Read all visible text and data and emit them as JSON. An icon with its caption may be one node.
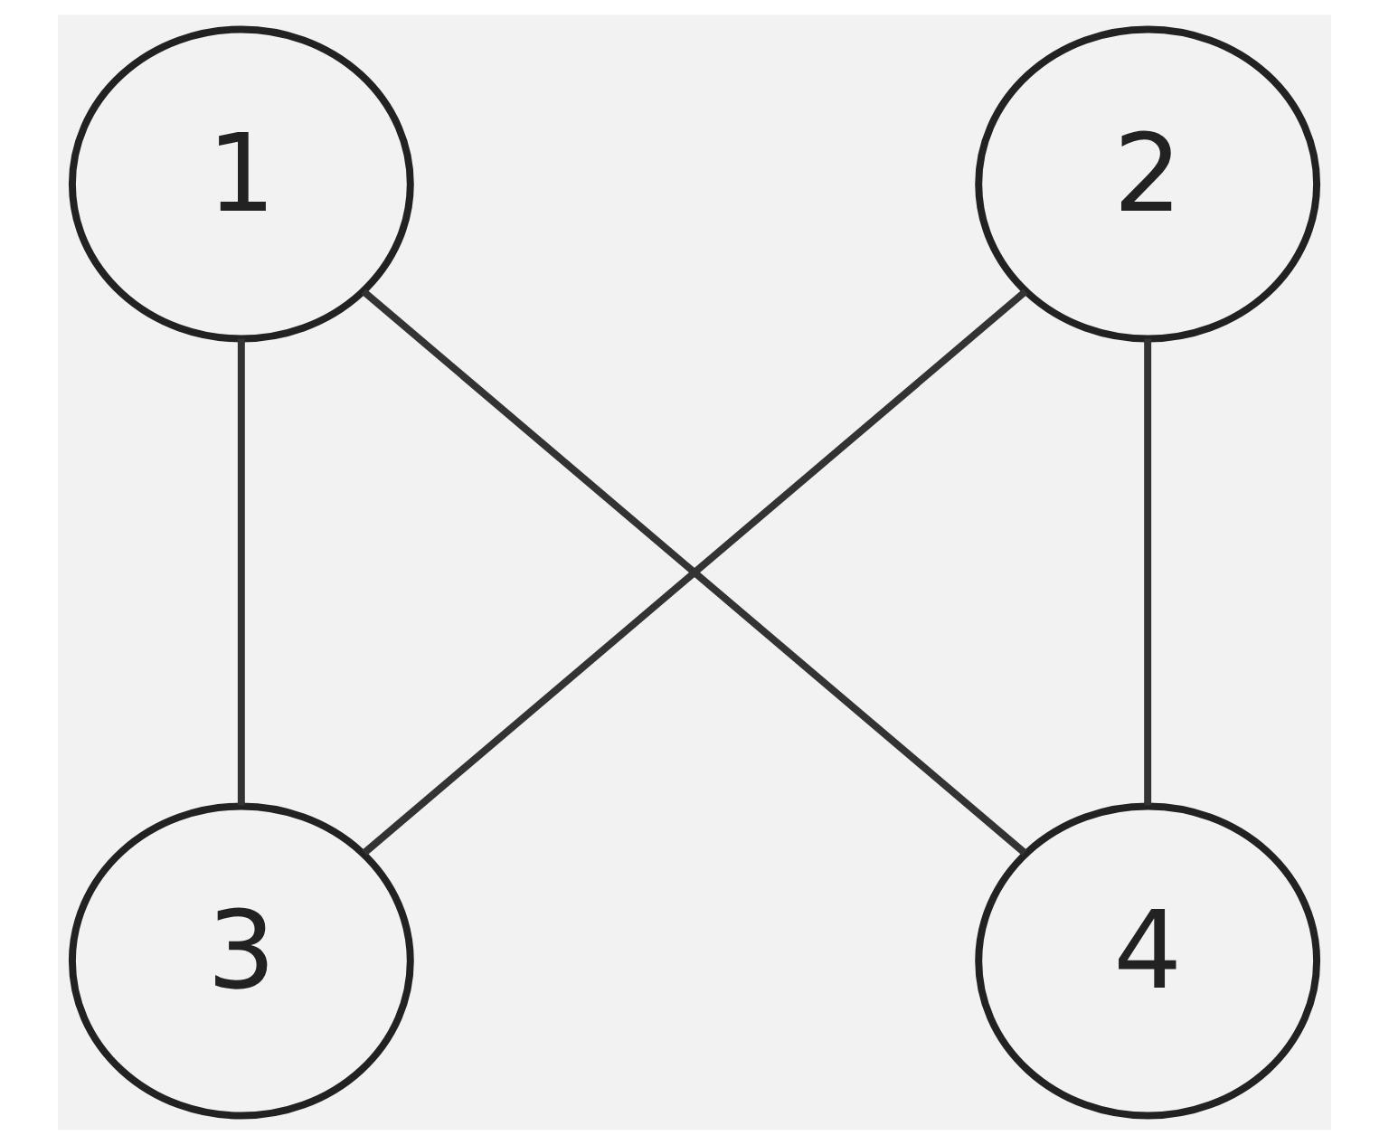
{
  "diagram": {
    "nodes": [
      {
        "text": [
          "1"
        ]
      },
      {
        "text": [
          "2"
        ]
      },
      {
        "text": [
          "3"
        ]
      },
      {
        "text": [
          "4"
        ]
      }
    ],
    "edges": [
      {
        "from": 0,
        "to": 2,
        "arrow": "none"
      },
      {
        "from": 0,
        "to": 3,
        "arrow": "none"
      },
      {
        "from": 1,
        "to": 2,
        "arrow": "none"
      },
      {
        "from": 1,
        "to": 3,
        "arrow": "none"
      }
    ]
  }
}
